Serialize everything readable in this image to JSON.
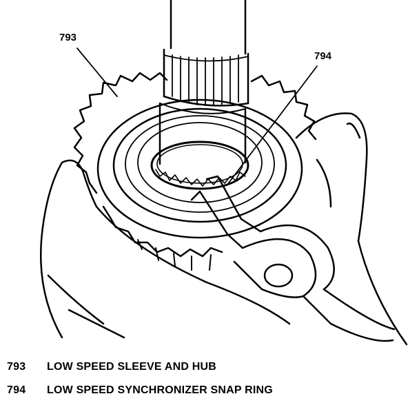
{
  "callouts": {
    "c793": "793",
    "c794": "794"
  },
  "legend": [
    {
      "number": "793",
      "text": "LOW SPEED SLEEVE AND HUB"
    },
    {
      "number": "794",
      "text": "LOW SPEED SYNCHRONIZER SNAP RING"
    }
  ]
}
